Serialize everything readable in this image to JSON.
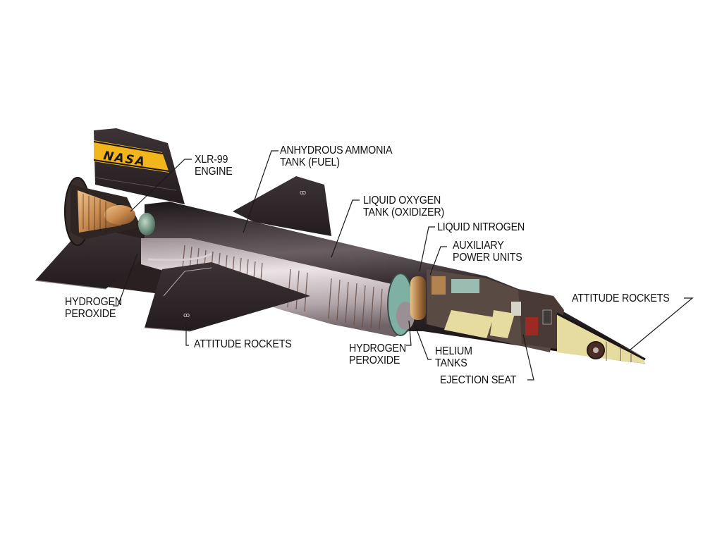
{
  "diagram": {
    "subject": "X-15 rocket aircraft cutaway",
    "tail_marking": "NASA",
    "colors": {
      "background": "#ffffff",
      "fuselage_dark": "#2a2224",
      "fuselage_highlight": "#6a5e62",
      "tank_silver": "#c9bfc4",
      "tank_rib": "#6b4f48",
      "nasa_stripe": "#f2b51c",
      "engine_copper": "#c98a4e",
      "cockpit_cream": "#e6dca0",
      "label_text": "#111111"
    },
    "labels": [
      {
        "id": "xlr99",
        "lines": [
          "XLR-99",
          "ENGINE"
        ]
      },
      {
        "id": "ammonia",
        "lines": [
          "ANHYDROUS AMMONIA",
          "TANK (FUEL)"
        ]
      },
      {
        "id": "lox",
        "lines": [
          "LIQUID OXYGEN",
          "TANK (OXIDIZER)"
        ]
      },
      {
        "id": "ln2",
        "lines": [
          "LIQUID NITROGEN"
        ]
      },
      {
        "id": "apu",
        "lines": [
          "AUXILIARY",
          "POWER UNITS"
        ]
      },
      {
        "id": "attitude_nose",
        "lines": [
          "ATTITUDE ROCKETS"
        ]
      },
      {
        "id": "h2o2_left",
        "lines": [
          "HYDROGEN",
          "PEROXIDE"
        ]
      },
      {
        "id": "attitude_wing",
        "lines": [
          "ATTITUDE ROCKETS"
        ]
      },
      {
        "id": "h2o2_right",
        "lines": [
          "HYDROGEN",
          "PEROXIDE"
        ]
      },
      {
        "id": "helium",
        "lines": [
          "HELIUM",
          "TANKS"
        ]
      },
      {
        "id": "ejection",
        "lines": [
          "EJECTION SEAT"
        ]
      }
    ]
  }
}
